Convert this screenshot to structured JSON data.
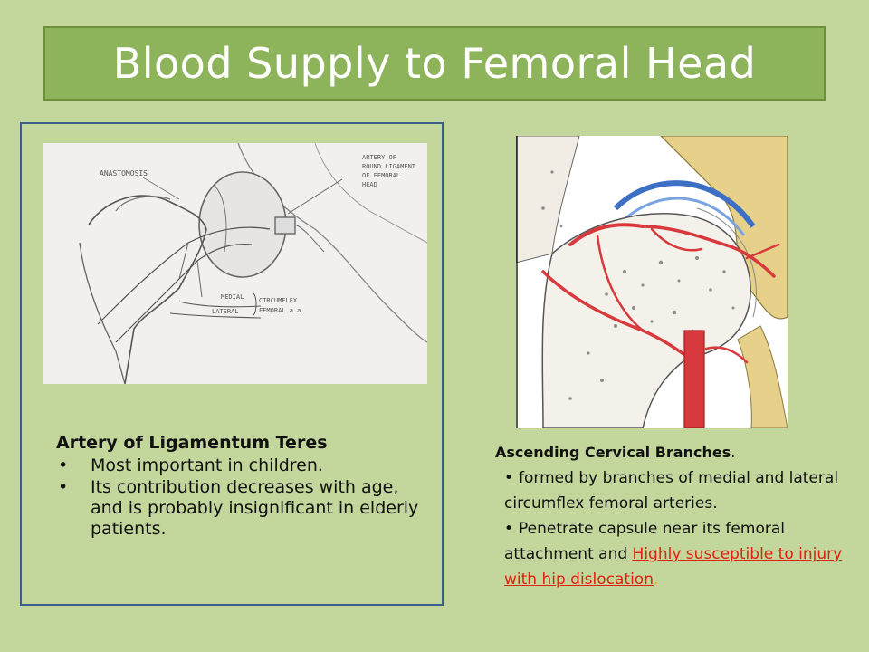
{
  "slide": {
    "title": "Blood Supply to Femoral Head"
  },
  "colors": {
    "background": "#c3d69b",
    "title_fill": "#8db45a",
    "panel_border": "#3a5f8f",
    "artery_red": "#d8393c",
    "link_red": "#e02010"
  },
  "sketch": {
    "labels": {
      "anastomosis": "ANASTOMOSIS",
      "artery_line1": "ARTERY OF",
      "artery_line2": "ROUND LIGAMENT",
      "artery_line3": "OF FEMORAL",
      "artery_line4": "HEAD",
      "medial": "MEDIAL",
      "lateral": "LATERAL",
      "circumflex_line1": "CIRCUMFLEX",
      "circumflex_line2": "FEMORAL a.a."
    }
  },
  "left_text": {
    "heading": "Artery of Ligamentum Teres",
    "bullets": [
      "Most important in children.",
      "Its contribution decreases with age, and is probably insignificant in elderly patients."
    ],
    "bullet_glyph": "•"
  },
  "right_text": {
    "heading": "Ascending Cervical Branches",
    "heading_end": ".",
    "bullet_glyph": "•",
    "item1": "formed by branches of medial and lateral circumflex femoral arteries.",
    "item2_plain": "Penetrate capsule near its femoral attachment and ",
    "item2_link": "Highly susceptible to injury with hip dislocation",
    "item2_end": "."
  }
}
